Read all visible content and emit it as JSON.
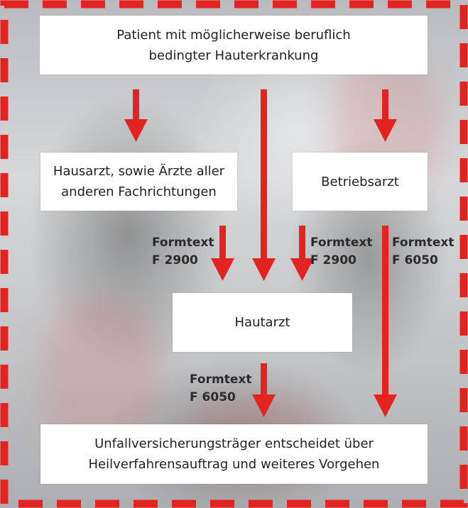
{
  "boxes": {
    "patient": "Patient mit möglicherweise beruflich\nbedingter Hauterkrankung",
    "hausarzt": "Hausarzt, sowie Ärzte aller\nanderen Fachrichtungen",
    "betriebsarzt": "Betriebsarzt",
    "hautarzt": "Hautarzt",
    "unfall": "Unfallversicherungsträger entscheidet über\nHeilverfahrensauftrag und weiteres Vorgehen"
  },
  "labels": {
    "hausarzt_to_hautarzt": "Formtext\nF 2900",
    "betrieb_to_hautarzt": "Formtext\nF 2900",
    "betrieb_to_unfall": "Formtext\nF 6050",
    "hautarzt_to_unfall": "Formtext\nF 6050"
  },
  "colors": {
    "arrow": "#e3231f",
    "dash": "#e3231f",
    "box": "#ffffff"
  }
}
